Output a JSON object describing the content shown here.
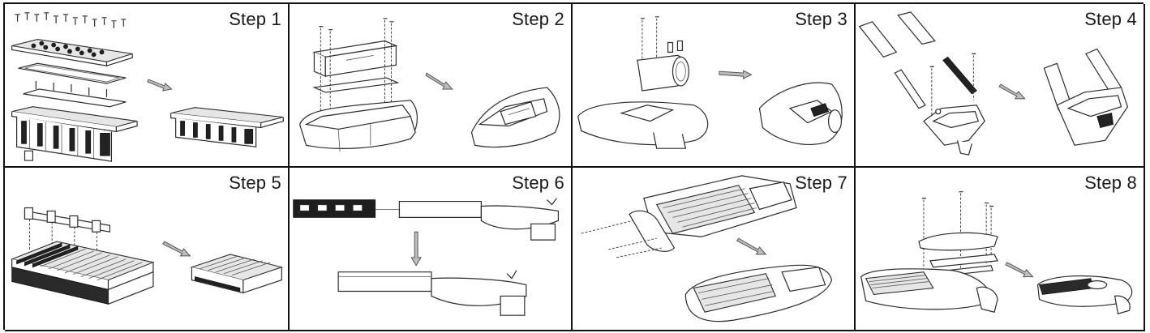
{
  "steps": [
    {
      "label": "Step 1"
    },
    {
      "label": "Step 2"
    },
    {
      "label": "Step 3"
    },
    {
      "label": "Step 4"
    },
    {
      "label": "Step 5"
    },
    {
      "label": "Step 6"
    },
    {
      "label": "Step 7"
    },
    {
      "label": "Step 8"
    }
  ],
  "colors": {
    "border": "#111111",
    "line": "#2a2a2a",
    "heatsink_dark": "#222222",
    "arrow_fill": "#bdbdbd"
  }
}
